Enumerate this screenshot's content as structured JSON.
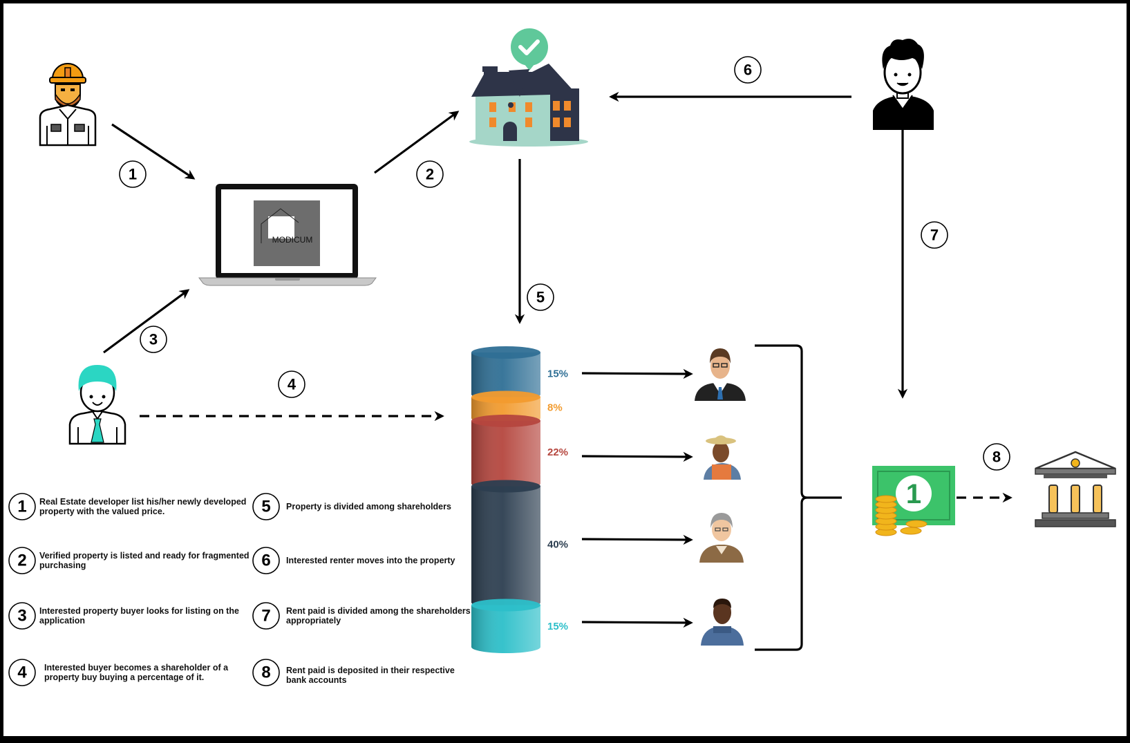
{
  "laptop_logo_text": "MODICUM",
  "step_numbers": [
    "1",
    "2",
    "3",
    "4",
    "5",
    "6",
    "7",
    "8"
  ],
  "legend": [
    {
      "num": "1",
      "lines": [
        "Real Estate developer list his/her newly developed",
        "property with the valued price."
      ]
    },
    {
      "num": "2",
      "lines": [
        "Verified property is listed and ready for fragmented",
        "purchasing"
      ]
    },
    {
      "num": "3",
      "lines": [
        "Interested property buyer looks for listing on the",
        "application"
      ]
    },
    {
      "num": "4",
      "lines": [
        "Interested buyer becomes a shareholder of a",
        "property buy buying a percentage of it."
      ]
    },
    {
      "num": "5",
      "lines": [
        "Property is divided among shareholders"
      ]
    },
    {
      "num": "6",
      "lines": [
        "Interested renter moves into the property"
      ]
    },
    {
      "num": "7",
      "lines": [
        "Rent paid is divided among the shareholders",
        "appropriately"
      ]
    },
    {
      "num": "8",
      "lines": [
        "Rent paid is deposited in their respective",
        "bank accounts"
      ]
    }
  ],
  "shares": [
    {
      "label": "15%",
      "value": 15,
      "color": "#2f6f95"
    },
    {
      "label": "8%",
      "value": 8,
      "color": "#f29b2e"
    },
    {
      "label": "22%",
      "value": 22,
      "color": "#b5463e"
    },
    {
      "label": "40%",
      "value": 40,
      "color": "#2c3e50"
    },
    {
      "label": "15%",
      "value": 15,
      "color": "#2cbfc9"
    }
  ],
  "icons": {
    "developer": "construction-worker-icon",
    "buyer": "buyer-person-icon",
    "renter": "renter-person-icon",
    "house": "verified-house-icon",
    "laptop": "laptop-icon",
    "money": "money-bill-icon",
    "bank": "bank-icon"
  }
}
